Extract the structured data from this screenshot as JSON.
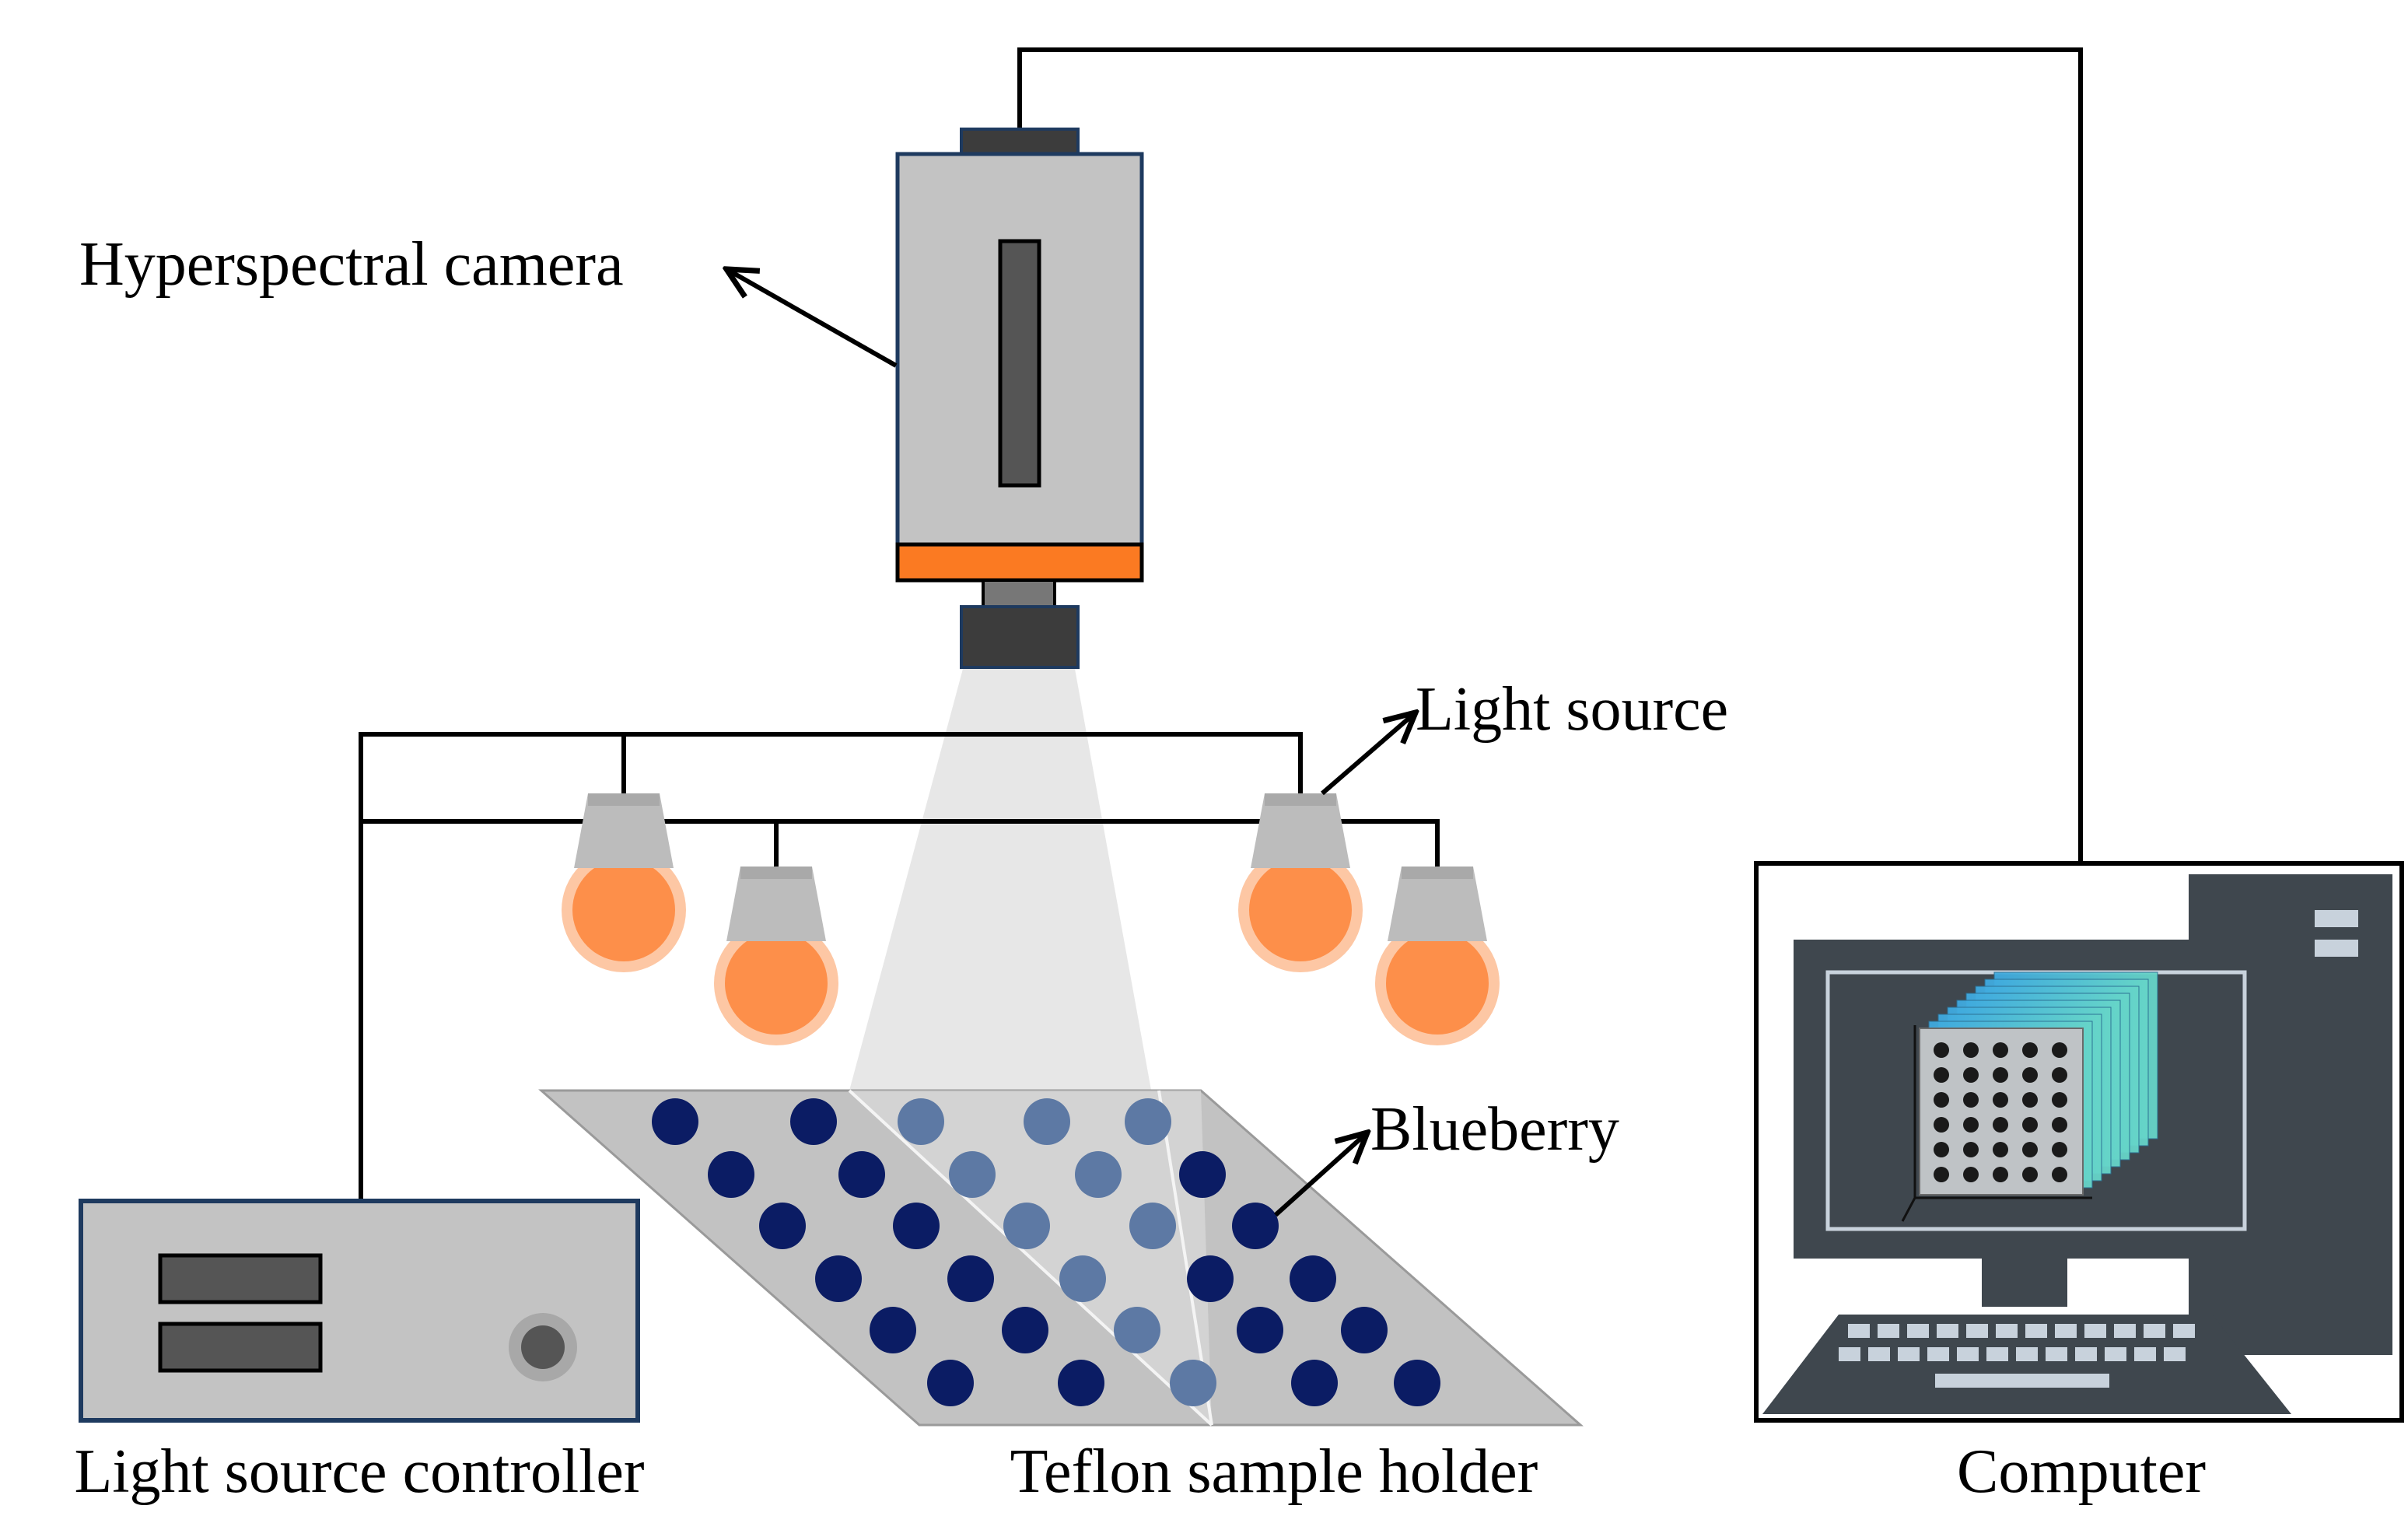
{
  "labels": {
    "camera": "Hyperspectral camera",
    "light_source": "Light source",
    "blueberry": "Blueberry",
    "controller": "Light source controller",
    "sample_holder": "Teflon sample holder",
    "computer": "Computer"
  },
  "colors": {
    "camera_body": "#c3c3c3",
    "camera_dark": "#3c3c3c",
    "camera_slit": "#555555",
    "camera_filter": "#fb7a22",
    "bulb_orange": "#fd8f4a",
    "bulb_glow": "#fdc7a4",
    "bulb_cap": "#bcbcbc",
    "blueberry": "#0b1c64",
    "blueberry_in_light": "#5d79a4",
    "holder": "#c2c2c2",
    "beam": "#e6e6e6",
    "computer_dark": "#3f474e",
    "outline": "#000000"
  },
  "icons": [
    "hyperspectral-camera-icon",
    "light-bulb-icon",
    "light-source-controller-icon",
    "sample-holder-icon",
    "blueberry-icon",
    "computer-icon",
    "hyperspectral-cube-icon",
    "keyboard-icon"
  ]
}
